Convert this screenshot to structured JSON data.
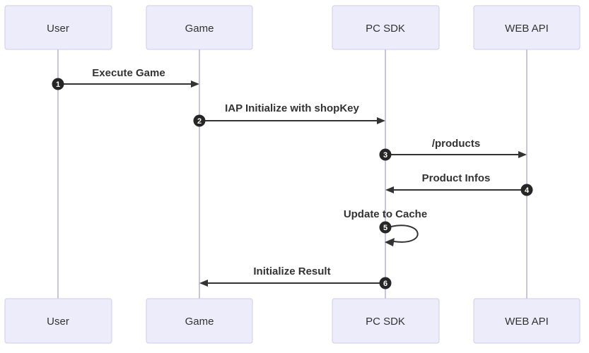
{
  "diagram": {
    "type": "sequence-diagram",
    "background": "#FFFFFF"
  },
  "actors": [
    {
      "name": "User"
    },
    {
      "name": "Game"
    },
    {
      "name": "PC SDK"
    },
    {
      "name": "WEB API"
    }
  ],
  "messages": [
    {
      "number": "1",
      "label": "Execute Game",
      "from": "User",
      "to": "Game"
    },
    {
      "number": "2",
      "label": "IAP Initialize with shopKey",
      "from": "Game",
      "to": "PC SDK"
    },
    {
      "number": "3",
      "label": "/products",
      "from": "PC SDK",
      "to": "WEB API"
    },
    {
      "number": "4",
      "label": "Product Infos",
      "from": "WEB API",
      "to": "PC SDK"
    },
    {
      "number": "5",
      "label": "Update to Cache",
      "from": "PC SDK",
      "to": "PC SDK"
    },
    {
      "number": "6",
      "label": "Initialize Result",
      "from": "PC SDK",
      "to": "Game"
    }
  ],
  "colors": {
    "actor_fill": "#ECECFB",
    "actor_border": "#CFCDE8",
    "lifeline": "#C8C5DE",
    "arrow": "#333333",
    "label_text": "#333333",
    "number_bg": "#262626",
    "number_text": "#FFFFFF"
  }
}
